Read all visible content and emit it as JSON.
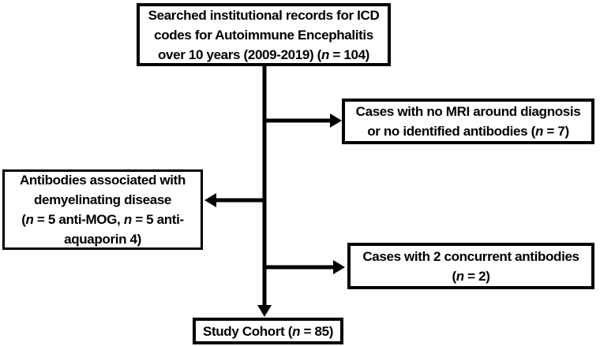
{
  "figure": {
    "type": "study-selection-flow-diagram",
    "background_color": "#ffffff",
    "box_border_color": "#000000",
    "connector_color": "#000000",
    "text_color": "#000000"
  },
  "boxes": {
    "searched_records": {
      "lines": [
        [
          {
            "t": "Searched institutional records for ICD"
          }
        ],
        [
          {
            "t": "codes for Autoimmune Encephalitis"
          }
        ],
        [
          {
            "t": "over 10 years (2009-2019) ("
          },
          {
            "t": "n",
            "i": true
          },
          {
            "t": " = 104)"
          }
        ]
      ]
    },
    "excluded_no_mri": {
      "lines": [
        [
          {
            "t": "Cases with no MRI around diagnosis"
          }
        ],
        [
          {
            "t": "or no identified antibodies ("
          },
          {
            "t": "n",
            "i": true
          },
          {
            "t": " = 7)"
          }
        ]
      ]
    },
    "excluded_demyelinating": {
      "lines": [
        [
          {
            "t": "Antibodies associated with"
          }
        ],
        [
          {
            "t": "demyelinating disease"
          }
        ],
        [
          {
            "t": "("
          },
          {
            "t": "n",
            "i": true
          },
          {
            "t": " = 5 anti-MOG, "
          },
          {
            "t": "n",
            "i": true
          },
          {
            "t": " = 5 anti-"
          }
        ],
        [
          {
            "t": "aquaporin 4)"
          }
        ]
      ]
    },
    "excluded_concurrent": {
      "lines": [
        [
          {
            "t": "Cases with 2 concurrent antibodies"
          }
        ],
        [
          {
            "t": "("
          },
          {
            "t": "n",
            "i": true
          },
          {
            "t": " = 2)"
          }
        ]
      ]
    },
    "study_cohort": {
      "lines": [
        [
          {
            "t": "Study Cohort ("
          },
          {
            "t": "n",
            "i": true
          },
          {
            "t": " = 85)"
          }
        ]
      ]
    }
  }
}
